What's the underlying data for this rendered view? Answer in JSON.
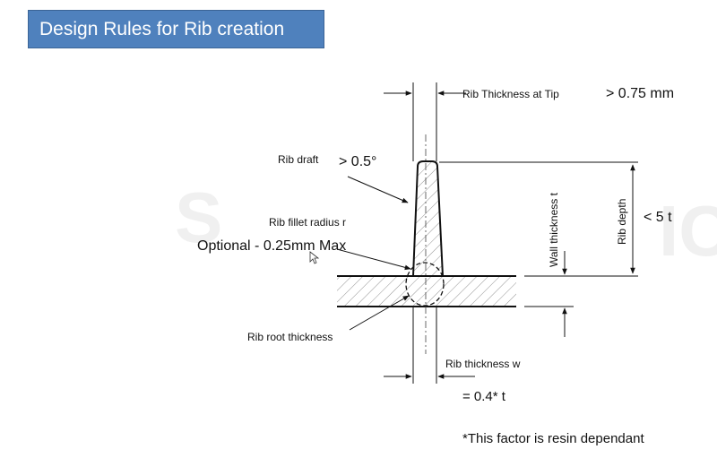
{
  "title": "Design Rules for Rib creation",
  "labels": {
    "tip_label": "Rib Thickness at Tip",
    "tip_value": "> 0.75 mm",
    "draft_label": "Rib draft",
    "draft_value": "> 0.5°",
    "fillet_label": "Rib fillet radius r",
    "fillet_value": "Optional - 0.25mm Max",
    "wall_label": "Wall thickness t",
    "depth_label": "Rib depth",
    "depth_value": "< 5 t",
    "root_label": "Rib root thickness",
    "width_label": "Rib thickness w",
    "width_value": "= 0.4* t",
    "footnote": "*This factor is resin dependant"
  },
  "colors": {
    "title_bg": "#4f81bd",
    "title_text": "#ffffff",
    "line": "#111111"
  },
  "icons": {
    "cursor": "mouse-pointer-icon"
  }
}
